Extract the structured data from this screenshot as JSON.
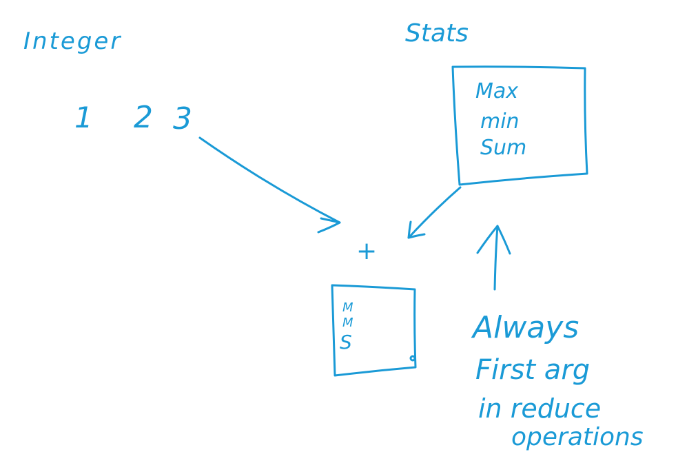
{
  "ink_color": "#1a9ad6",
  "background_color": "#ffffff",
  "labels": {
    "integer": "Integer",
    "stats": "Stats",
    "plus": "+"
  },
  "integers": [
    "1",
    "2",
    "3"
  ],
  "stats_box": {
    "fields": [
      "Max",
      "min",
      "Sum"
    ]
  },
  "accumulator_box": {
    "fields": [
      "M",
      "M",
      "S"
    ]
  },
  "note": {
    "lines": [
      "Always",
      "First arg",
      "in reduce",
      "operations"
    ]
  }
}
